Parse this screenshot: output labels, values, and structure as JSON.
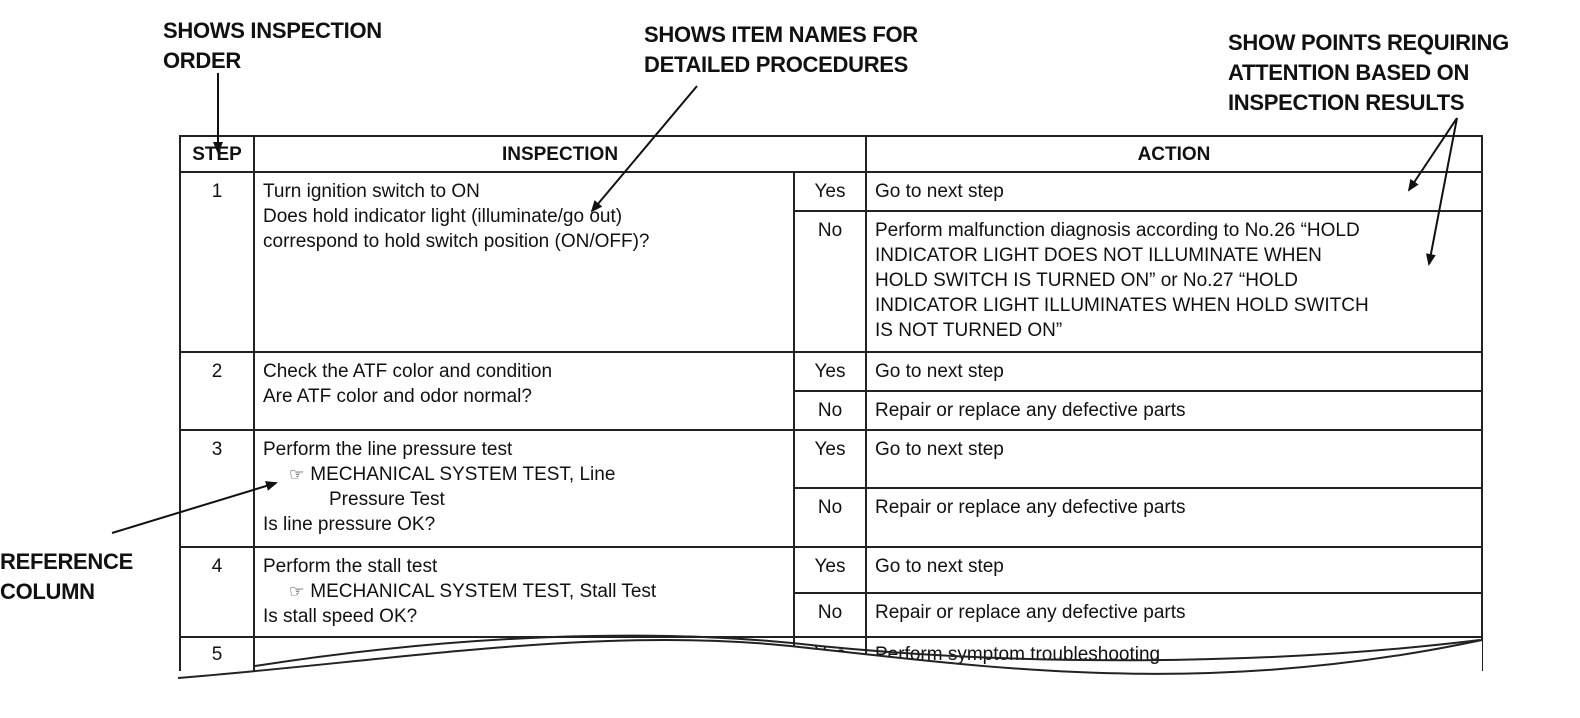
{
  "callouts": {
    "order": [
      "SHOWS INSPECTION",
      "ORDER"
    ],
    "names": [
      "SHOWS ITEM NAMES FOR",
      "DETAILED PROCEDURES"
    ],
    "attention": [
      "SHOW POINTS REQUIRING",
      "ATTENTION BASED ON",
      "INSPECTION RESULTS"
    ],
    "reference": [
      "REFERENCE",
      "COLUMN"
    ]
  },
  "table": {
    "headers": {
      "step": "STEP",
      "inspection": "INSPECTION",
      "action": "ACTION"
    },
    "yes": "Yes",
    "no": "No",
    "rows": [
      {
        "step": "1",
        "inspection": [
          "Turn ignition switch to ON",
          "Does hold indicator light (illuminate/go out)",
          "correspond to hold switch position (ON/OFF)?"
        ],
        "yes_action": "Go to next step",
        "no_action": [
          "Perform malfunction diagnosis according to No.26 “HOLD",
          "INDICATOR LIGHT DOES NOT ILLUMINATE WHEN",
          "HOLD SWITCH IS TURNED ON” or No.27 “HOLD",
          "INDICATOR LIGHT ILLUMINATES WHEN HOLD SWITCH",
          "IS NOT TURNED ON”"
        ]
      },
      {
        "step": "2",
        "inspection": [
          "Check the ATF color and condition",
          "Are ATF color and odor normal?"
        ],
        "yes_action": "Go to next step",
        "no_action": "Repair or replace any defective parts"
      },
      {
        "step": "3",
        "inspection": [
          "Perform the line pressure test"
        ],
        "reference": "MECHANICAL SYSTEM TEST, Line",
        "reference_cont": "Pressure Test",
        "question": "Is line pressure OK?",
        "yes_action": "Go to next step",
        "no_action": "Repair or replace any defective parts"
      },
      {
        "step": "4",
        "inspection": [
          "Perform the stall test"
        ],
        "reference": "MECHANICAL SYSTEM TEST, Stall Test",
        "question": "Is stall speed OK?",
        "yes_action": "Go to next step",
        "no_action": "Repair or replace any defective parts"
      },
      {
        "step": "5",
        "yes_action": "Perform symptom troubleshooting"
      }
    ]
  },
  "icons": {
    "reference": "pointing-hand-icon"
  }
}
